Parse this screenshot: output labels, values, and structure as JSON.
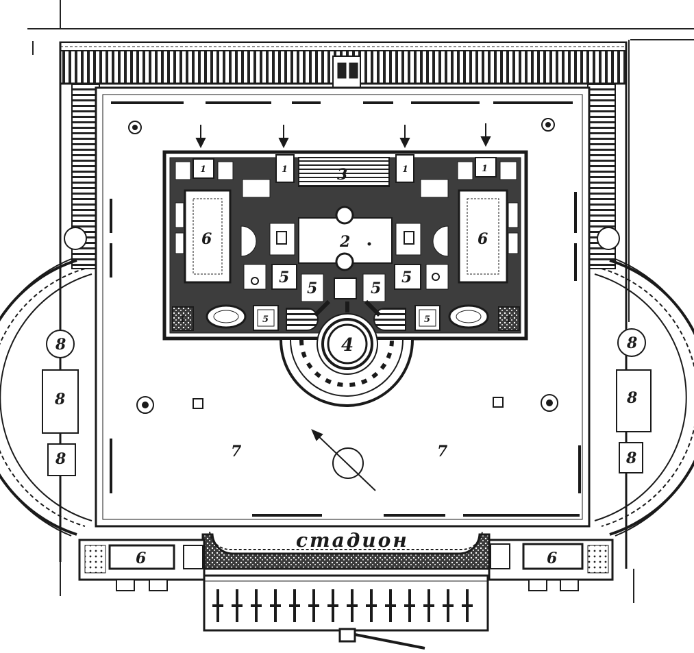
{
  "labels": {
    "n1": "1",
    "n2": "2",
    "n3": "3",
    "n4": "4",
    "n5": "5",
    "n6": "6",
    "n7": "7",
    "n8": "8",
    "stadium": "стадион"
  },
  "colors": {
    "ink": "#1a1a1a",
    "paper": "#ffffff",
    "hatch": "#2a2a2a"
  },
  "icons": {
    "entrance": "down-arrow-icon",
    "orientation": "north-arrow-icon"
  }
}
